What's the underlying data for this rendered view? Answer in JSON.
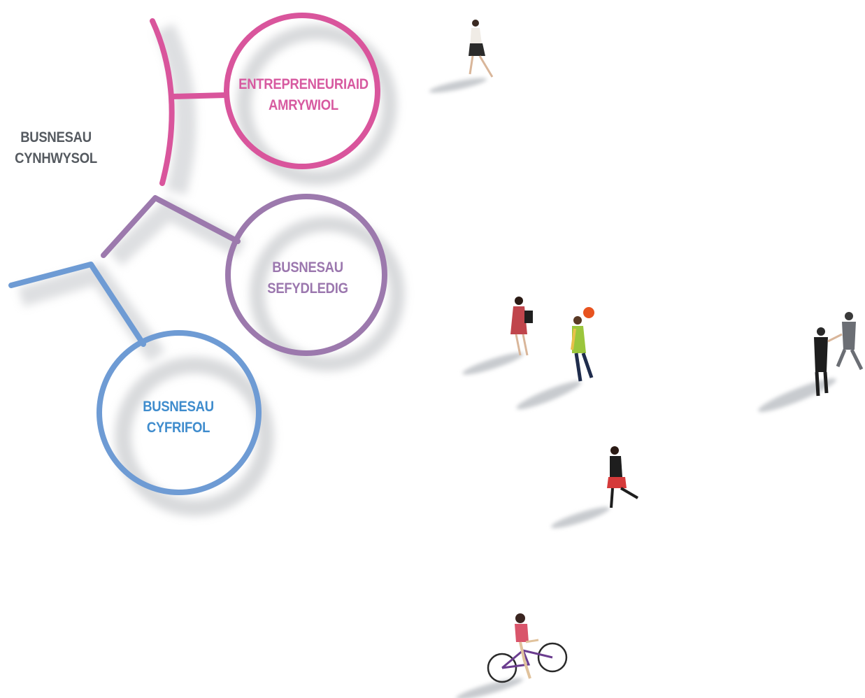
{
  "diagram": {
    "root": {
      "line1": "BUSNESAU",
      "line2": "CYNHWYSOL",
      "color": "#555a60"
    },
    "nodes": [
      {
        "key": "diverse",
        "line1": "ENTREPRENEURIAID",
        "line2": "AMRYWIOL",
        "color": "#d75aa0",
        "stroke": "#d9559c"
      },
      {
        "key": "established",
        "line1": "BUSNESAU",
        "line2": "SEFYDLEDIG",
        "color": "#9b77ae",
        "stroke": "#9c79ad"
      },
      {
        "key": "responsible",
        "line1": "BUSNESAU",
        "line2": "CYFRIFOL",
        "color": "#3f8ccd",
        "stroke": "#6e9bd4"
      }
    ]
  },
  "figures": [
    {
      "name": "walking-woman-figure"
    },
    {
      "name": "woman-with-bag-figure"
    },
    {
      "name": "person-with-balloon-figure"
    },
    {
      "name": "handshake-figures"
    },
    {
      "name": "walking-woman-red-skirt-figure"
    },
    {
      "name": "cyclist-figure"
    }
  ]
}
